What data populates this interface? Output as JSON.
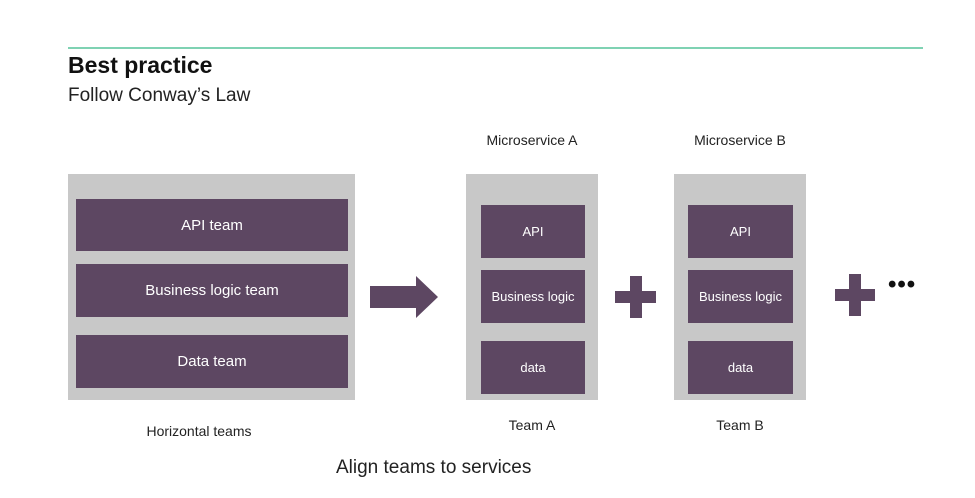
{
  "header": {
    "title": "Best practice",
    "subtitle": "Follow Conway’s Law"
  },
  "horizontal": {
    "blocks": [
      "API team",
      "Business logic team",
      "Data team"
    ],
    "label": "Horizontal teams"
  },
  "services": [
    {
      "title": "Microservice A",
      "blocks": [
        "API",
        "Business logic",
        "data"
      ],
      "team": "Team A"
    },
    {
      "title": "Microservice B",
      "blocks": [
        "API",
        "Business logic",
        "data"
      ],
      "team": "Team B"
    }
  ],
  "more": "•••",
  "caption": "Align teams to services",
  "colors": {
    "accent_rule": "#7fd2b3",
    "block": "#5d4762",
    "panel": "#c8c8c8"
  },
  "icons": {
    "arrow": "right-arrow-icon",
    "plus": "plus-icon"
  }
}
